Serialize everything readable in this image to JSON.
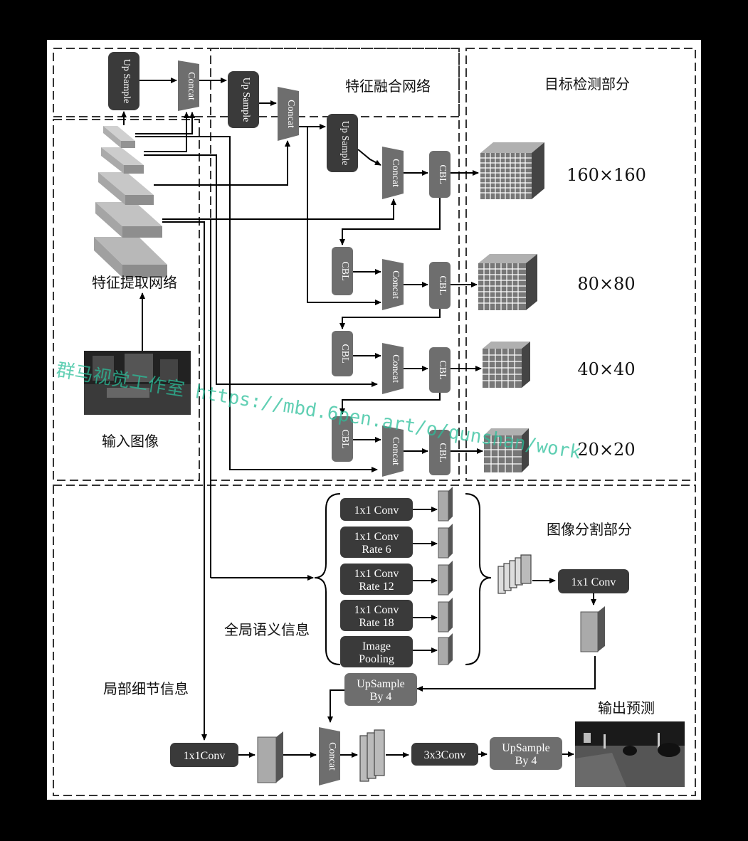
{
  "sections": {
    "feature_fusion": "特征融合网络",
    "detection": "目标检测部分",
    "backbone": "特征提取网络",
    "input": "输入图像",
    "segmentation": "图像分割部分",
    "global_info": "全局语义信息",
    "local_info": "局部细节信息",
    "output": "输出预测"
  },
  "blocks": {
    "upsample": "Up Sample",
    "concat": "Concat",
    "cbl": "CBL",
    "conv1x1": "1x1 Conv",
    "conv1x1_nospace": "1x1Conv",
    "conv3x3": "3x3Conv",
    "rate6": "Rate 6",
    "rate12": "Rate 12",
    "rate18": "Rate 18",
    "image_pooling_1": "Image",
    "image_pooling_2": "Pooling",
    "upsample_by4_1": "UpSample",
    "upsample_by4_2": "By 4"
  },
  "scales": [
    "160×160",
    "80×80",
    "40×40",
    "20×20"
  ],
  "watermark": "群马视觉工作室 https://mbd.6pen.art/o/qunshan/work",
  "colors": {
    "dark_block": "#3a3a3a",
    "mid_block": "#6e6e6e",
    "background": "#ffffff",
    "watermark": "#2bbf9a"
  }
}
